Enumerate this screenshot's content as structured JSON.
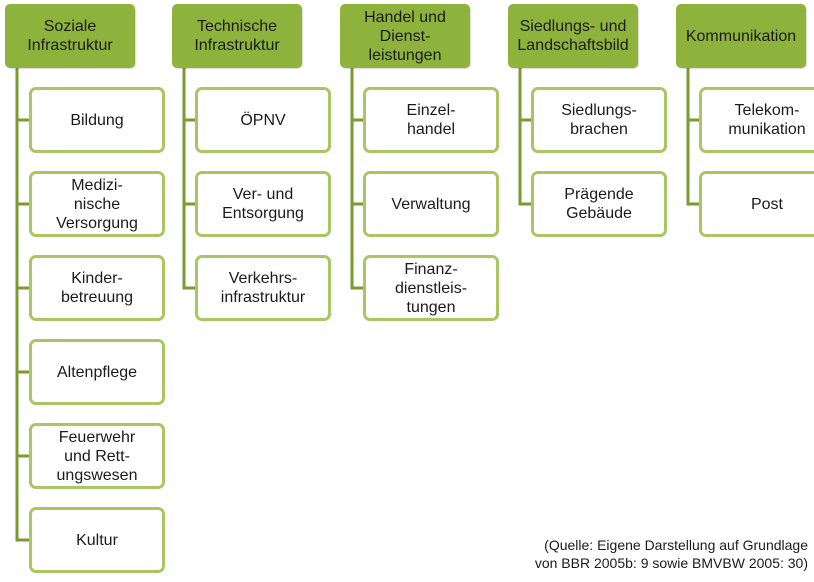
{
  "columns": [
    {
      "title": "Soziale\nInfrastruktur",
      "items": [
        "Bildung",
        "Medizi-\nnische\nVersorgung",
        "Kinder-\nbetreuung",
        "Altenpflege",
        "Feuerwehr\nund Rett-\nungswesen",
        "Kultur"
      ]
    },
    {
      "title": "Technische\nInfrastruktur",
      "items": [
        "ÖPNV",
        "Ver- und\nEntsorgung",
        "Verkehrs-\ninfrastruktur"
      ]
    },
    {
      "title": "Handel und\nDienst-\nleistungen",
      "items": [
        "Einzel-\nhandel",
        "Verwaltung",
        "Finanz-\ndienstleis-\ntungen"
      ]
    },
    {
      "title": "Siedlungs- und\nLandschaftsbild",
      "items": [
        "Siedlungs-\nbrachen",
        "Prägende\nGebäude"
      ]
    },
    {
      "title": "Kommunikation",
      "items": [
        "Telekom-\nmunikation",
        "Post"
      ]
    }
  ],
  "source_text": "(Quelle: Eigene Darstellung auf Grundlage\nvon BBR 2005b: 9 sowie BMVBW 2005: 30)",
  "colors": {
    "header_fill": "#8db33c",
    "item_border": "#a8c661",
    "connector": "#7a9a33"
  }
}
